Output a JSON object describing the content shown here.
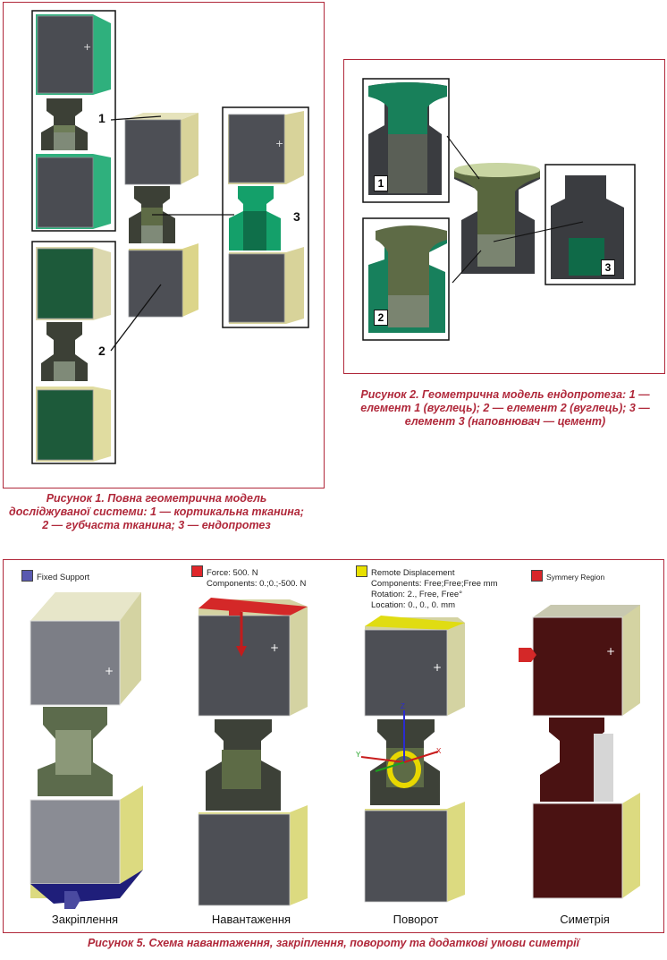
{
  "figure1": {
    "caption_line1": "Рисунок 1. Повна геометрична модель",
    "caption_line2": "досліджуваної системи: 1 — кортикальна тканина;",
    "caption_line3": "2 — губчаста тканина; 3 — ендопротез",
    "labels": [
      "1",
      "2",
      "3"
    ]
  },
  "figure2": {
    "caption_line1": "Рисунок 2. Геометрична модель ендопротеза: 1 —",
    "caption_line2": "елемент 1 (вуглець); 2 — елемент 2 (вуглець); 3 —",
    "caption_line3": "елемент 3 (наповнювач — цемент)",
    "labels": [
      "1",
      "2",
      "3"
    ]
  },
  "figure5": {
    "caption": "Рисунок 5. Схема навантаження, закріплення, повороту та додаткові умови симетрії",
    "panels": [
      {
        "legend_title": "Fixed Support",
        "legend_lines": [],
        "color": "#5a5ab0",
        "label": "Закріплення"
      },
      {
        "legend_title": "Force: 500. N",
        "legend_lines": [
          "Components: 0.;0.;-500. N"
        ],
        "color": "#e0262a",
        "label": "Навантаження"
      },
      {
        "legend_title": "Remote Displacement",
        "legend_lines": [
          "Components: Free;Free;Free mm",
          "Rotation: 2., Free, Free°",
          "Location: 0., 0., 0. mm"
        ],
        "color": "#e8e000",
        "label": "Поворот"
      },
      {
        "legend_title": "Symmery Region",
        "legend_lines": [],
        "color": "#d8262a",
        "label": "Симетрія"
      }
    ],
    "axis_labels": {
      "z": "Z",
      "y": "Y",
      "x": "X"
    }
  },
  "colors": {
    "accent": "#b0283a",
    "bone_green": "#2fb07d",
    "bone_olive": "#d8d39a",
    "body_grey": "#4d4f55",
    "implant_olive": "#5e6b46"
  }
}
